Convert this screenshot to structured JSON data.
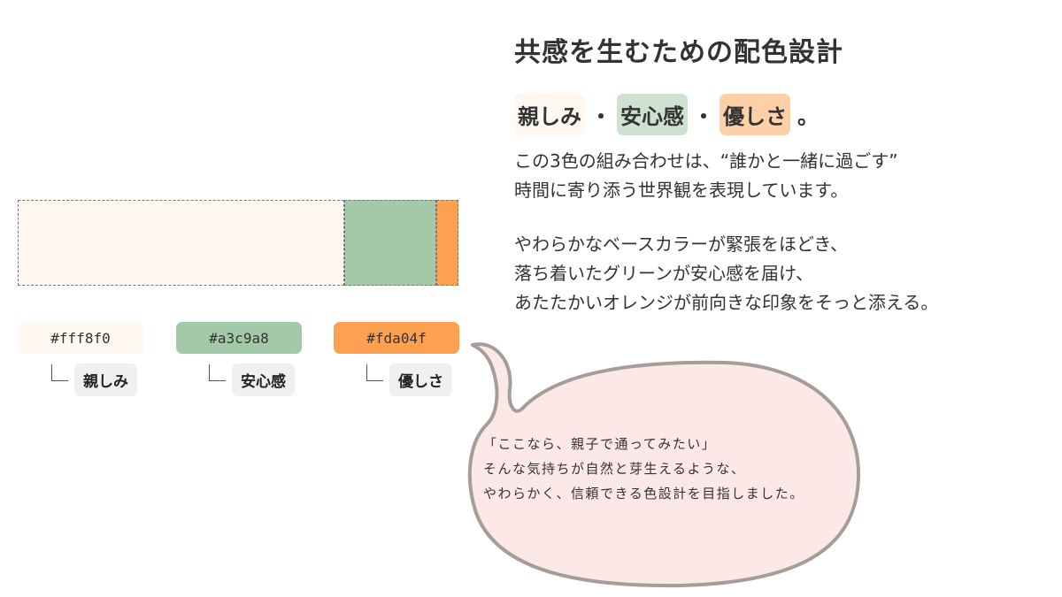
{
  "heading": "共感を生むための配色設計",
  "keywords": {
    "k1": "親しみ",
    "sep1": "・",
    "k2": "安心感",
    "sep2": "・",
    "k3": "優しさ",
    "end": "。"
  },
  "paragraph1": "この3色の組み合わせは、“誰かと一緒に過ごす”\n時間に寄り添う世界観を表現しています。",
  "paragraph2": "やわらかなベースカラーが緊張をほどき、\n落ち着いたグリーンが安心感を届け、\nあたたかいオレンジが前向きな印象をそっと添える。",
  "palette": [
    {
      "hex": "#fff8f0",
      "label": "親しみ",
      "color": "#fff8f0",
      "share": 0.74
    },
    {
      "hex": "#a3c9a8",
      "label": "安心感",
      "color": "#a3c9a8",
      "share": 0.21
    },
    {
      "hex": "#fda04f",
      "label": "優しさ",
      "color": "#fda04f",
      "share": 0.05
    }
  ],
  "bubble": "「ここなら、親子で通ってみたい」\nそんな気持ちが自然と芽生えるような、\nやわらかく、信頼できる色設計を目指しました。",
  "colors": {
    "bubble_fill": "#fde8e8",
    "bubble_stroke": "#a59d98"
  }
}
